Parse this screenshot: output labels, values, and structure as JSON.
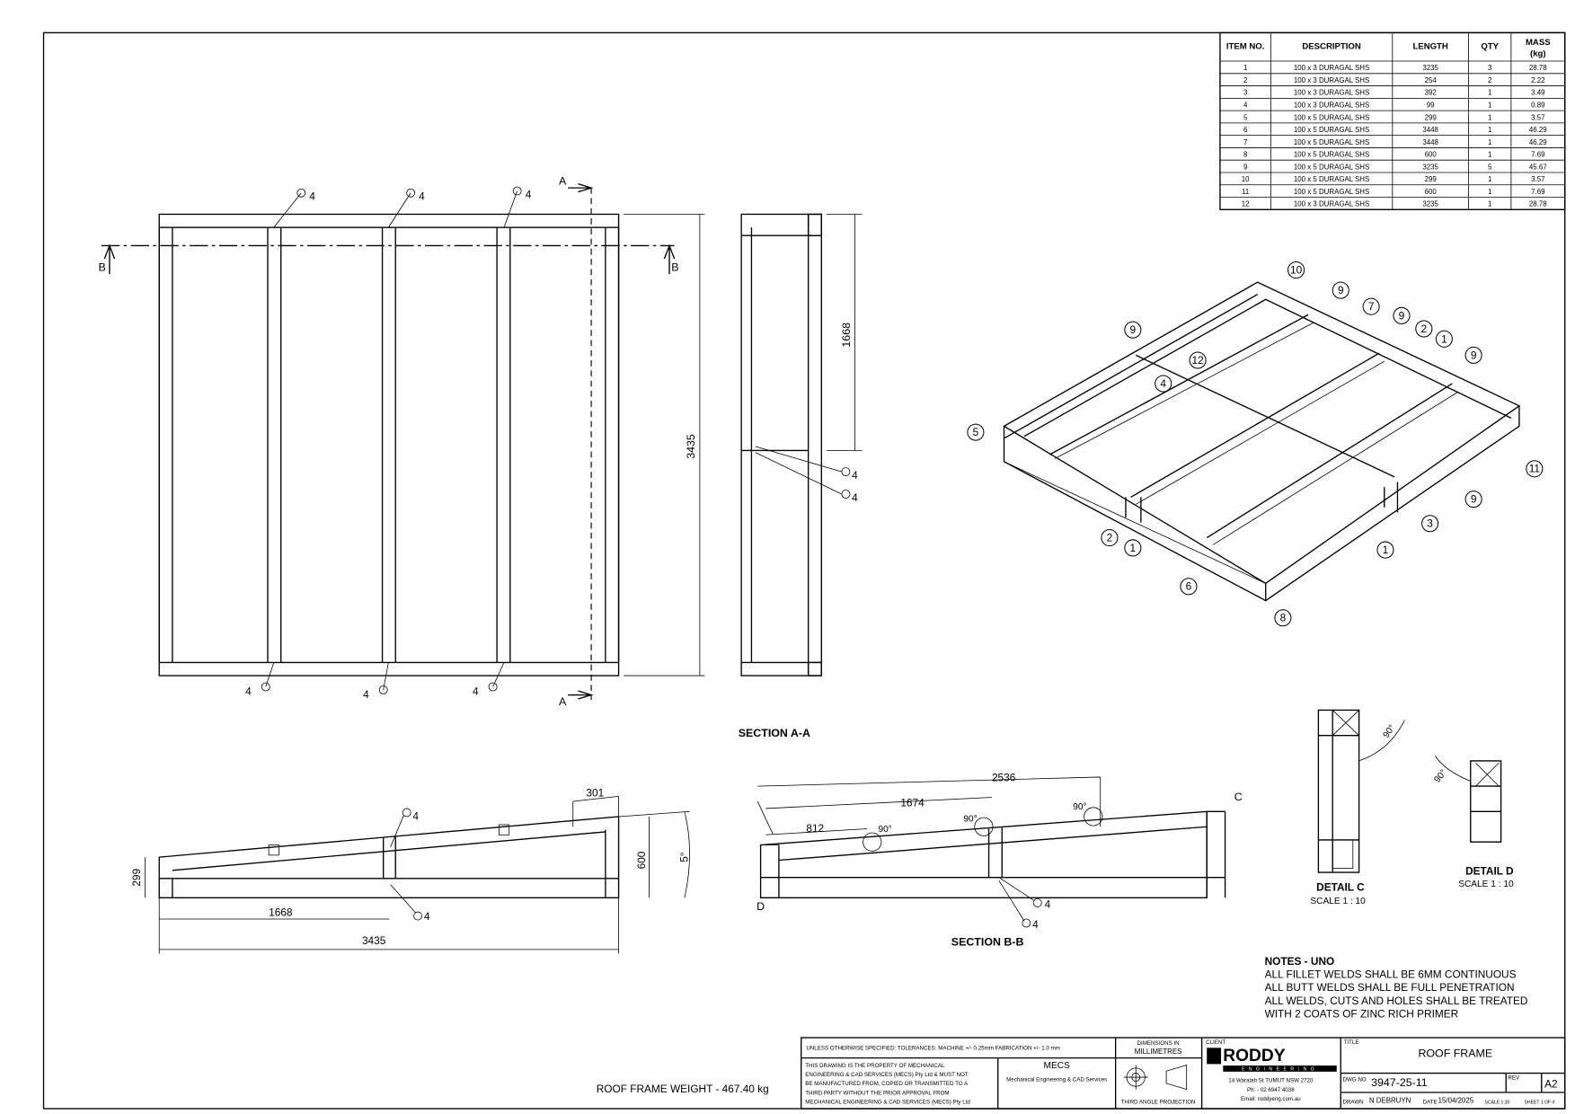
{
  "bom": {
    "headers": {
      "item": "ITEM NO.",
      "description": "DESCRIPTION",
      "length": "LENGTH",
      "qty": "QTY",
      "mass": "MASS",
      "mass_unit": "(kg)"
    },
    "rows": [
      {
        "item": "1",
        "description": "100 x 3 DURAGAL SHS",
        "length": "3235",
        "qty": "3",
        "mass": "28.78"
      },
      {
        "item": "2",
        "description": "100 x 3 DURAGAL SHS",
        "length": "254",
        "qty": "2",
        "mass": "2.22"
      },
      {
        "item": "3",
        "description": "100 x 3 DURAGAL SHS",
        "length": "392",
        "qty": "1",
        "mass": "3.49"
      },
      {
        "item": "4",
        "description": "100 x 3 DURAGAL SHS",
        "length": "99",
        "qty": "1",
        "mass": "0.89"
      },
      {
        "item": "5",
        "description": "100 x 5 DURAGAL SHS",
        "length": "299",
        "qty": "1",
        "mass": "3.57"
      },
      {
        "item": "6",
        "description": "100 x 5 DURAGAL SHS",
        "length": "3448",
        "qty": "1",
        "mass": "46.29"
      },
      {
        "item": "7",
        "description": "100 x 5 DURAGAL SHS",
        "length": "3448",
        "qty": "1",
        "mass": "46.29"
      },
      {
        "item": "8",
        "description": "100 x 5 DURAGAL SHS",
        "length": "600",
        "qty": "1",
        "mass": "7.69"
      },
      {
        "item": "9",
        "description": "100 x 5 DURAGAL SHS",
        "length": "3235",
        "qty": "5",
        "mass": "45.67"
      },
      {
        "item": "10",
        "description": "100 x 5 DURAGAL SHS",
        "length": "299",
        "qty": "1",
        "mass": "3.57"
      },
      {
        "item": "11",
        "description": "100 x 5 DURAGAL SHS",
        "length": "600",
        "qty": "1",
        "mass": "7.69"
      },
      {
        "item": "12",
        "description": "100 x 3 DURAGAL SHS",
        "length": "3235",
        "qty": "1",
        "mass": "28.78"
      }
    ]
  },
  "plan_view": {
    "section_a": "A",
    "section_b": "B",
    "dim_height": "3435",
    "weld": "4"
  },
  "section_aa": {
    "title": "SECTION A-A",
    "dim": "1668"
  },
  "side_view": {
    "dim_299": "299",
    "dim_600": "600",
    "dim_angle": "5°",
    "dim_301": "301",
    "dim_1668": "1668",
    "dim_3435": "3435"
  },
  "section_bb": {
    "title": "SECTION B-B",
    "dim_2536": "2536",
    "dim_1674": "1674",
    "dim_812": "812",
    "angle": "90°",
    "label_c": "C",
    "label_d": "D"
  },
  "detail_c": {
    "title": "DETAIL C",
    "scale": "SCALE 1 : 10",
    "angle": "90°"
  },
  "detail_d": {
    "title": "DETAIL D",
    "scale": "SCALE 1 : 10",
    "angle": "90°"
  },
  "balloons": [
    "10",
    "9",
    "7",
    "9",
    "2",
    "1",
    "9",
    "9",
    "4",
    "12",
    "5",
    "11",
    "9",
    "3",
    "2",
    "1",
    "1",
    "6",
    "8"
  ],
  "notes": {
    "title": "NOTES - UNO",
    "lines": [
      "ALL FILLET WELDS SHALL BE 6MM CONTINUOUS",
      "ALL BUTT WELDS SHALL BE FULL PENETRATION",
      "ALL WELDS, CUTS AND HOLES SHALL BE TREATED",
      "WITH 2 COATS OF ZINC RICH PRIMER"
    ]
  },
  "weight": "ROOF FRAME WEIGHT -  467.40 kg",
  "title_block": {
    "tolerances": "UNLESS OTHERWISE SPECIFIED: TOLERANCES: MACHINE +/- 0.25mm  FABRICATION +/- 1.0 mm",
    "dimensions_label": "DIMENSIONS IN",
    "dimensions_unit": "MILLIMETRES",
    "client_label": "CLIENT",
    "property_notice": [
      "THIS DRAWING IS THE PROPERTY OF MECHANICAL",
      "ENGINEERING & CAD SERVICES (MECS) Pty Ltd & MUST NOT",
      "BE MANUFACTURED FROM, COPIED OR TRANSMITTED TO A",
      "THIRD PARTY WITHOUT THE PRIOR APPROVAL FROM",
      "MECHANICAL ENGINEERING & CAD SERVICES (MECS) Pty Ltd"
    ],
    "mecs": "MECS",
    "mecs_sub": "Mechanical Engineering & CAD Services",
    "projection": "THIRD ANGLE PROJECTION",
    "client_name": "RODDY",
    "client_sub": "ENGINEERING",
    "client_address": "14 Waratah St TUMUT NSW 2720",
    "client_phone": "Ph: - 02 6947 4038",
    "client_email": "Email: roddyeng.com.au",
    "title_label": "TITLE",
    "title": "ROOF FRAME",
    "dwg_no_label": "DWG NO",
    "dwg_no": "3947-25-11",
    "rev_label": "REV",
    "rev": "A2",
    "drawn_label": "DRAWN",
    "drawn": "N DEBRUYN",
    "date_label": "DATE",
    "date": "15/04/2025",
    "scale": "SCALE 1:30",
    "sheet": "SHEET 1 OF 4"
  }
}
